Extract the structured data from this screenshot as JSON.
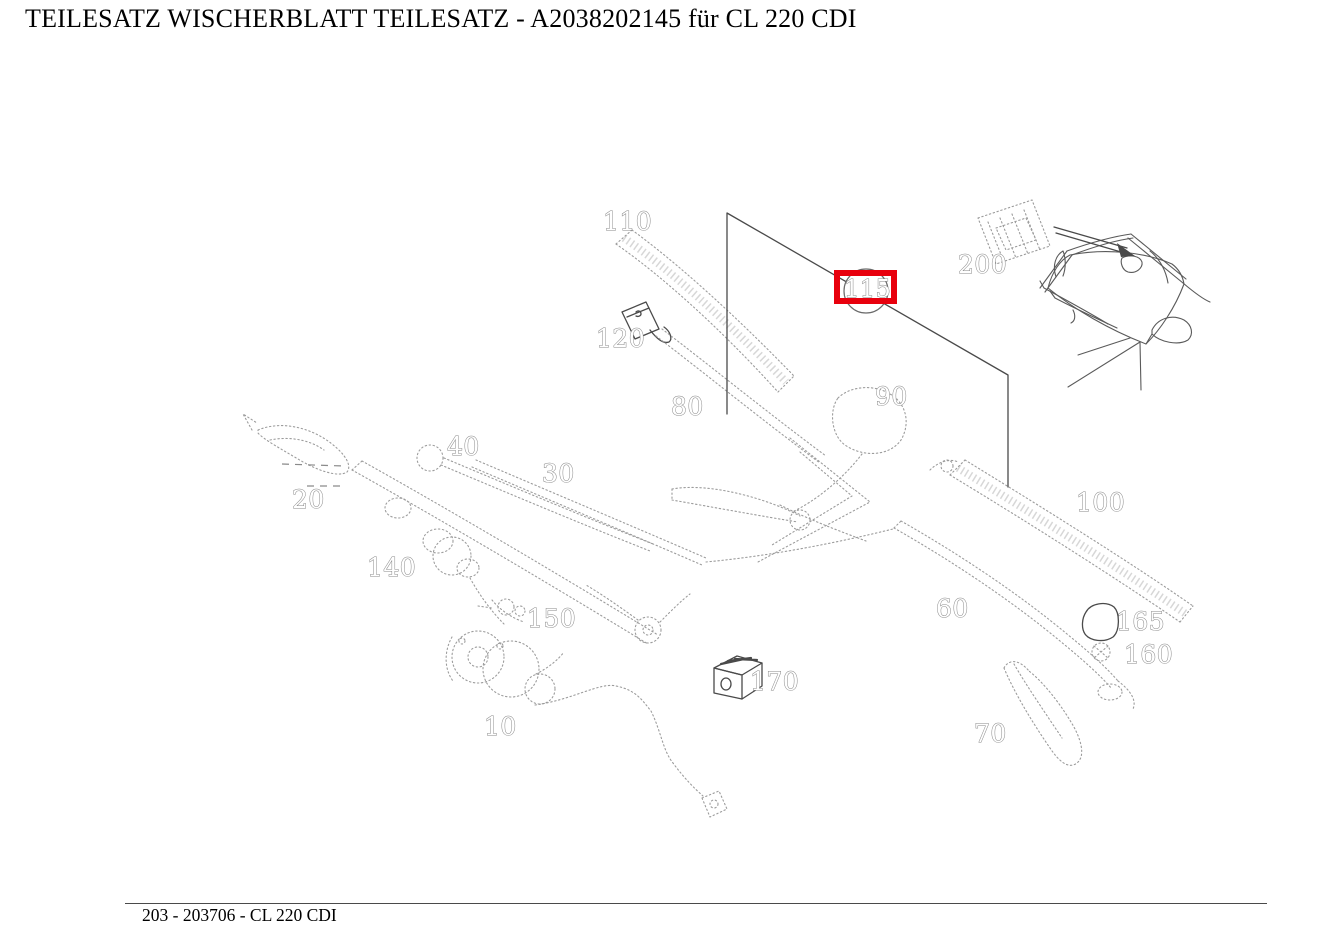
{
  "page": {
    "title": "TEILESATZ WISCHERBLATT TEILESATZ - A2038202145 für CL 220 CDI",
    "footer": "203 - 203706 - CL 220 CDI"
  },
  "colors": {
    "background": "#ffffff",
    "highlight_red": "#e8000d",
    "solid_line": "#4a4a4a",
    "sketch_line": "#9c9c9c",
    "label_outline": "#878787",
    "label_fill": "#ffffff",
    "text": "#000000"
  },
  "diagram": {
    "highlighted_part": "115",
    "labels": [
      "110",
      "120",
      "80",
      "90",
      "115",
      "200",
      "100",
      "20",
      "40",
      "30",
      "140",
      "150",
      "10",
      "170",
      "60",
      "165",
      "160",
      "70"
    ]
  }
}
